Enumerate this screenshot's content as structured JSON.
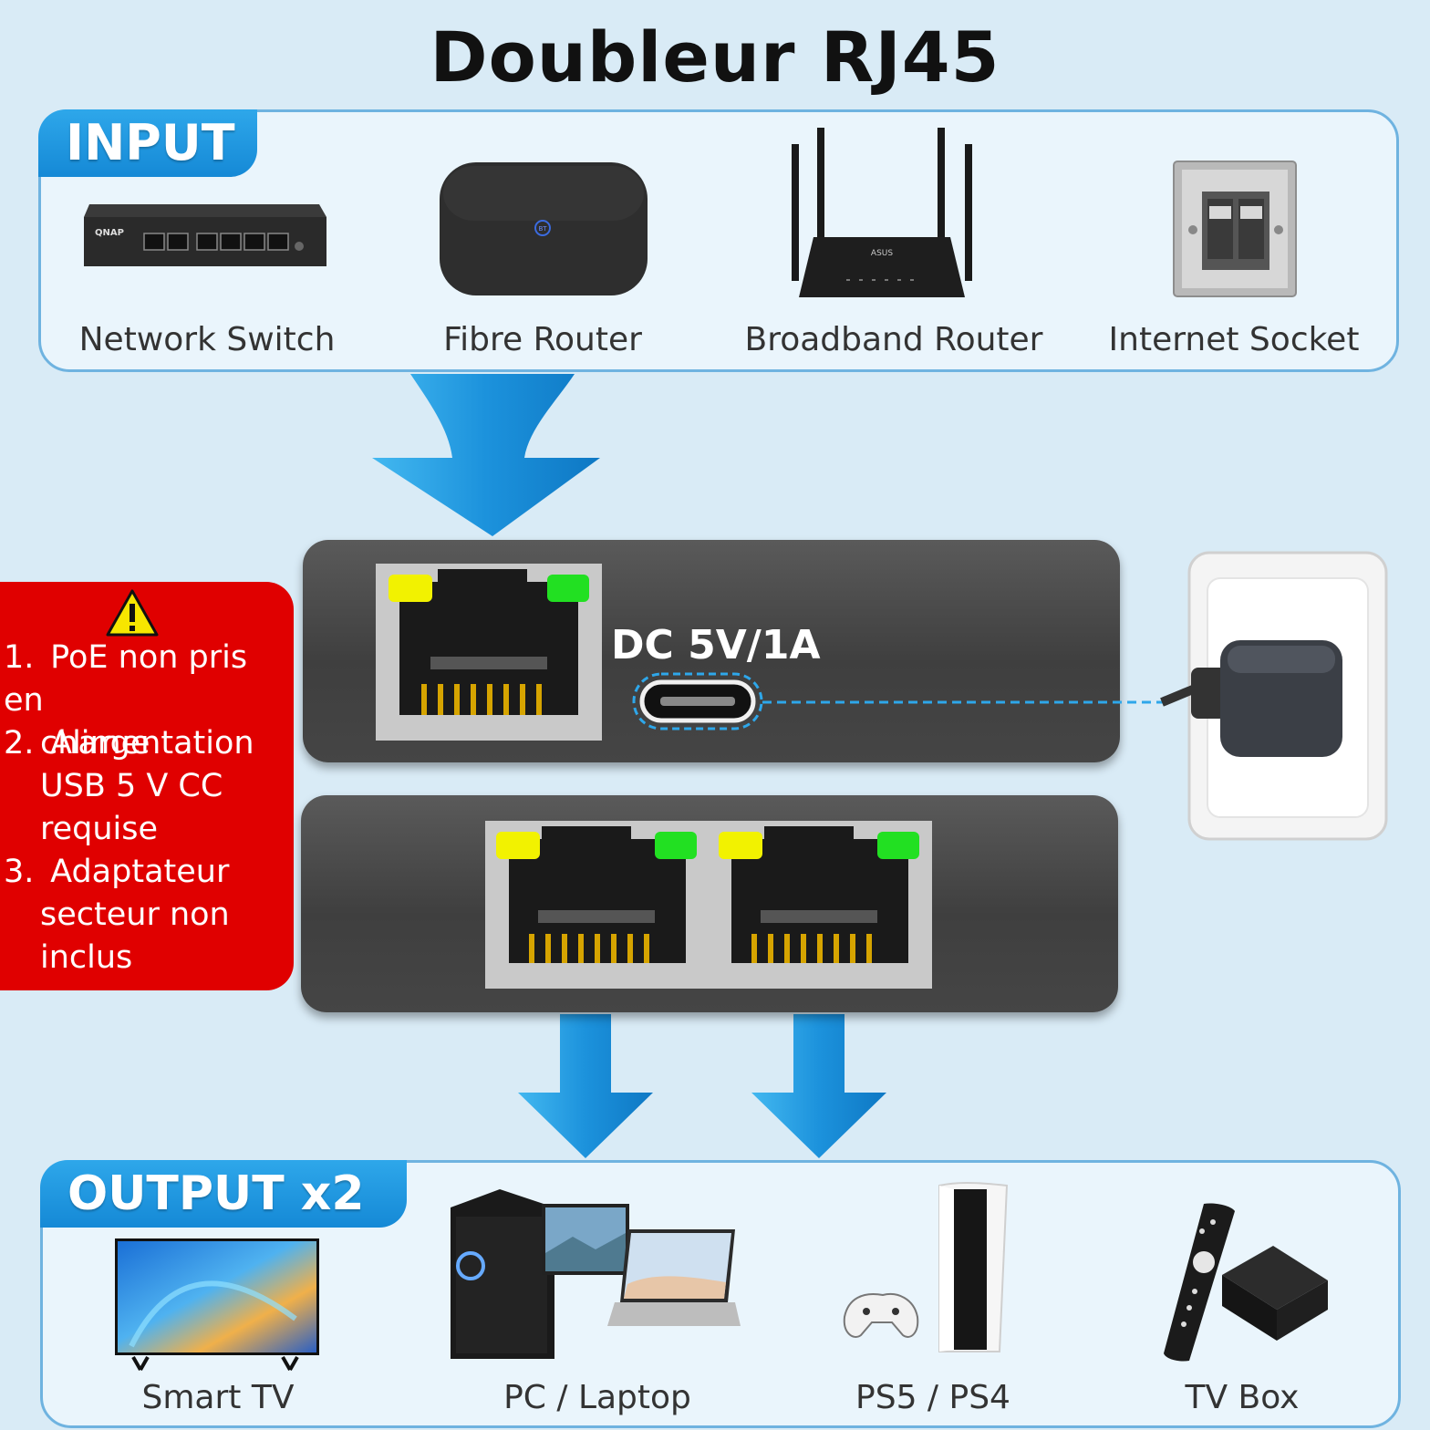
{
  "title": "Doubleur RJ45",
  "input": {
    "tag": "INPUT",
    "items": [
      {
        "label": "Network Switch",
        "icon": "network-switch-icon",
        "brand": "QNAP"
      },
      {
        "label": "Fibre Router",
        "icon": "fibre-router-icon",
        "brand": "BT"
      },
      {
        "label": "Broadband Router",
        "icon": "broadband-router-icon",
        "brand": "ASUS"
      },
      {
        "label": "Internet Socket",
        "icon": "internet-socket-icon"
      }
    ]
  },
  "device": {
    "dc_label": "DC 5V/1A",
    "led_yellow": "#f2f200",
    "led_green": "#22e022"
  },
  "warning": {
    "items": [
      {
        "num": "1.",
        "lines": [
          "PoE non pris en",
          "charge"
        ]
      },
      {
        "num": "2.",
        "lines": [
          "Alimentation",
          "USB 5 V CC",
          "requise"
        ]
      },
      {
        "num": "3.",
        "lines": [
          "Adaptateur",
          "secteur non",
          "inclus"
        ]
      }
    ]
  },
  "output": {
    "tag": "OUTPUT x2",
    "items": [
      {
        "label": "Smart TV",
        "icon": "smart-tv-icon"
      },
      {
        "label": "PC / Laptop",
        "icon": "pc-laptop-icon"
      },
      {
        "label": "PS5 / PS4",
        "icon": "ps5-console-icon"
      },
      {
        "label": "TV Box",
        "icon": "tv-box-icon"
      }
    ]
  },
  "colors": {
    "accent": "#1b95de",
    "panel_border": "#6fb3e0",
    "warning": "#e00000",
    "arrow": "#1ea0e6"
  }
}
